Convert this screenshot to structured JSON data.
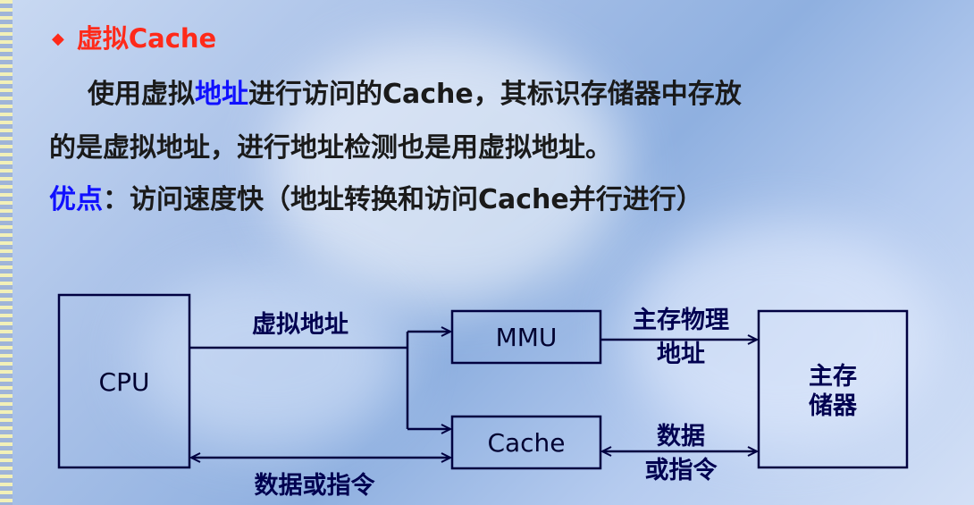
{
  "heading": {
    "bullet": "◆",
    "text": "虚拟Cache"
  },
  "paragraph": {
    "line1_a": "使用虚拟",
    "line1_highlight": "地址",
    "line1_b": "进行访问的Cache，其标识存储器中存放",
    "line2": "的是虚拟地址，进行地址检测也是用虚拟地址。",
    "line3_label": "优点",
    "line3_text": "：访问速度快（地址转换和访问Cache并行进行）"
  },
  "diagram": {
    "cpu": "CPU",
    "mmu": "MMU",
    "cache": "Cache",
    "memory_line1": "主存",
    "memory_line2": "储器",
    "virtual_address": "虚拟地址",
    "phys_addr_line1": "主存物理",
    "phys_addr_line2": "地址",
    "data_line1": "数据",
    "data_line2": "或指令",
    "data_or_instr": "数据或指令"
  },
  "colors": {
    "heading": "#ff2a1a",
    "highlight": "#1010ff",
    "diagram": "#000040"
  }
}
